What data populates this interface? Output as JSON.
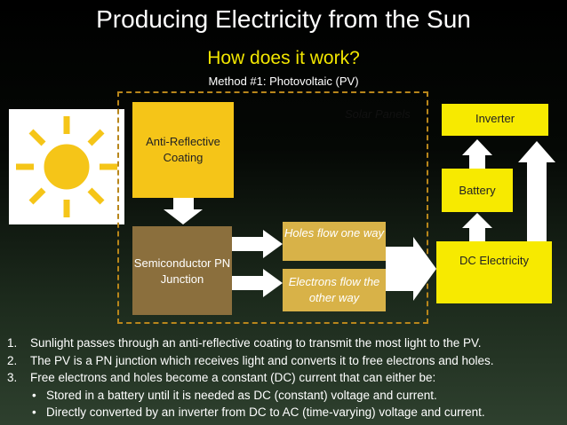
{
  "title": "Producing Electricity from the Sun",
  "subtitle": "How does it work?",
  "method": "Method #1:  Photovoltaic (PV)",
  "diagram": {
    "panel_label": "Solar Panels",
    "coating": "Anti-Reflective Coating",
    "semiconductor": "Semiconductor PN Junction",
    "holes": "Holes flow one way",
    "electrons": "Electrons flow the other way",
    "inverter": "Inverter",
    "battery": "Battery",
    "dc": "DC Electricity"
  },
  "colors": {
    "sun": "#f5c518",
    "coating": "#f5c518",
    "semiconductor": "#8b6f3d",
    "flow": "#d8b248",
    "output": "#f7ea00",
    "frame": "#b8861b",
    "subtitle": "#f2e600"
  },
  "notes": [
    {
      "num": "1.",
      "text": "Sunlight passes through an anti-reflective coating to transmit the most light to the PV."
    },
    {
      "num": "2.",
      "text": "The PV is a PN junction which receives light and converts it to free electrons and holes."
    },
    {
      "num": "3.",
      "text": "Free electrons and holes become a constant (DC) current that can either be:"
    }
  ],
  "sub_notes": [
    {
      "bullet": "•",
      "text": "Stored in a battery until it is needed as DC (constant) voltage and current."
    },
    {
      "bullet": "•",
      "text": "Directly converted by an inverter from DC to AC (time-varying) voltage and current."
    }
  ]
}
